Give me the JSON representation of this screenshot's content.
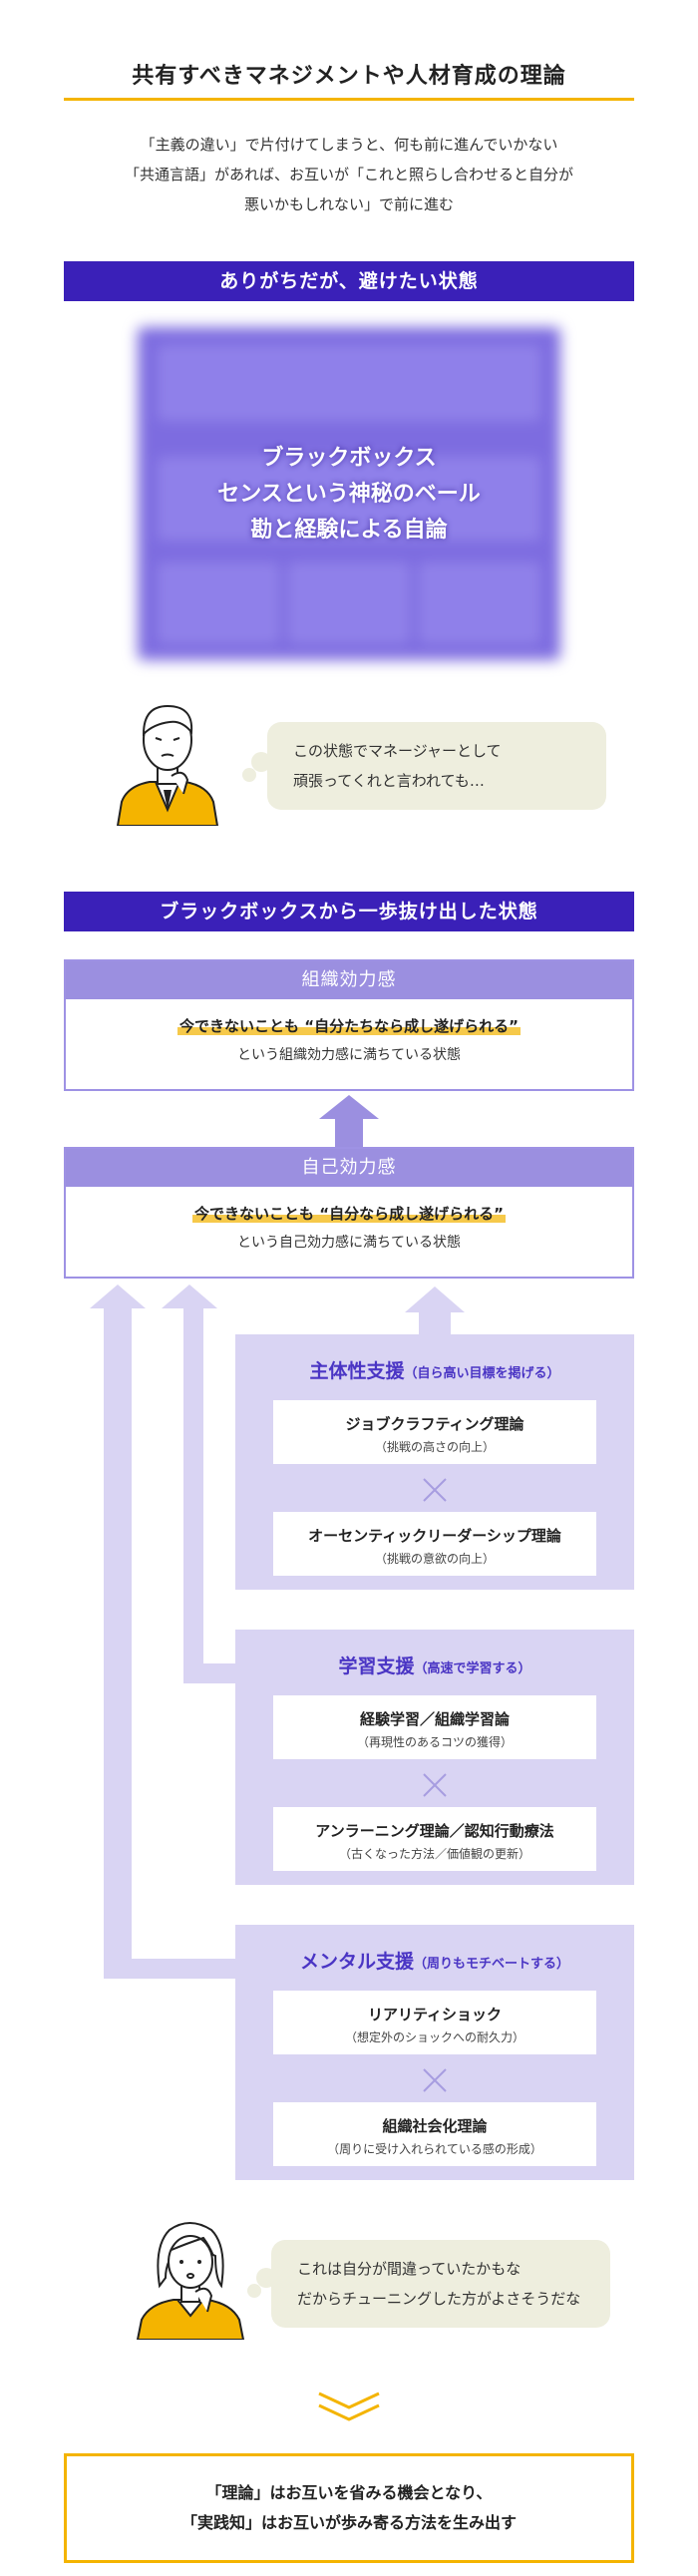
{
  "header": {
    "title": "共有すべきマネジメントや人材育成の理論",
    "intro_lines": [
      "「主義の違い」で片付けてしまうと、何も前に進んでいかない",
      "「共通言語」があれば、お互いが「これと照らし合わせると自分が",
      "悪いかもしれない」で前に進む"
    ]
  },
  "section1": {
    "title": "ありがちだが、避けたい状態",
    "blurred_lines": [
      "ブラックボックス",
      "センスという神秘のベール",
      "勘と経験による自論"
    ],
    "speech_lines": [
      "この状態でマネージャーとして",
      "頑張ってくれと言われても…"
    ]
  },
  "section2": {
    "title": "ブラックボックスから一歩抜け出した状態",
    "org_efficacy": {
      "heading": "組織効力感",
      "highlight": "今できないことも “自分たちなら成し遂げられる”",
      "desc": "という組織効力感に満ちている状態"
    },
    "self_efficacy": {
      "heading": "自己効力感",
      "highlight": "今できないことも “自分なら成し遂げられる”",
      "desc": "という自己効力感に満ちている状態"
    },
    "supports": [
      {
        "title": "主体性支援",
        "subtitle": "（自ら高い目標を掲げる）",
        "items": [
          {
            "main": "ジョブクラフティング理論",
            "sub": "（挑戦の高さの向上）"
          },
          {
            "main": "オーセンティックリーダーシップ理論",
            "sub": "（挑戦の意欲の向上）"
          }
        ]
      },
      {
        "title": "学習支援",
        "subtitle": "（高速で学習する）",
        "items": [
          {
            "main": "経験学習／組織学習論",
            "sub": "（再現性のあるコツの獲得）"
          },
          {
            "main": "アンラーニング理論／認知行動療法",
            "sub": "（古くなった方法／価値観の更新）"
          }
        ]
      },
      {
        "title": "メンタル支援",
        "subtitle": "（周りもモチベートする）",
        "items": [
          {
            "main": "リアリティショック",
            "sub": "（想定外のショックへの耐久力）"
          },
          {
            "main": "組織社会化理論",
            "sub": "（周りに受け入れられている感の形成）"
          }
        ]
      }
    ],
    "speech_lines": [
      "これは自分が間違っていたかもな",
      "だからチューニングした方がよさそうだな"
    ]
  },
  "conclusion": {
    "lines": [
      "「理論」はお互いを省みる機会となり、",
      "「実践知」はお互いが歩み寄る方法を生み出す"
    ]
  },
  "colors": {
    "navy": "#3a20b8",
    "lavender": "#9b8fe0",
    "panel": "#d9d4f3",
    "accent": "#f4b400",
    "bubble": "#eeeede"
  }
}
